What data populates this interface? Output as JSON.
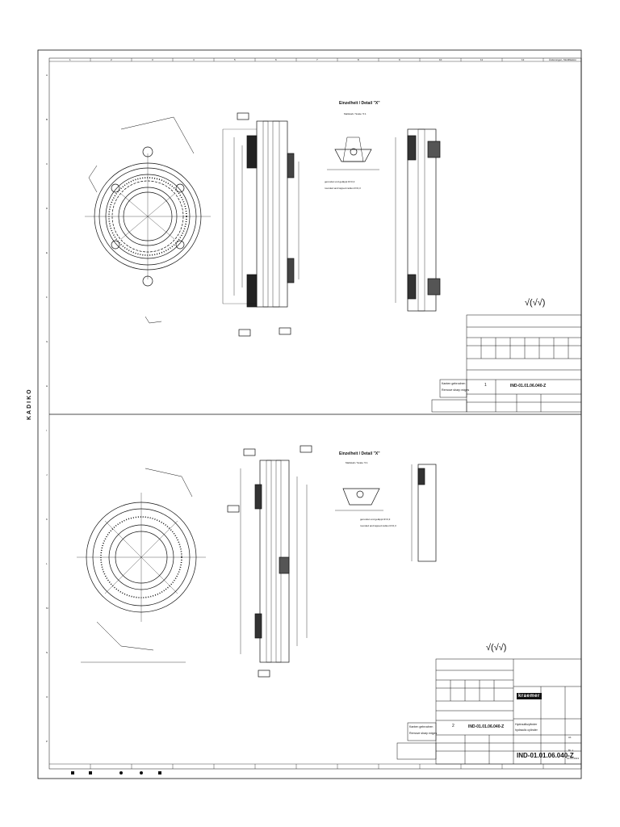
{
  "sheet": {
    "margin_brand": "KADIKO",
    "top_right_note": "Änderungen, Modifikation",
    "column_numbers": [
      "1",
      "2",
      "3",
      "4",
      "5",
      "6",
      "7",
      "8",
      "9",
      "10",
      "11",
      "12"
    ],
    "row_letters": [
      "A",
      "B",
      "C",
      "D",
      "E",
      "F",
      "G",
      "H",
      "I",
      "J",
      "K",
      "L",
      "M",
      "N",
      "O",
      "P"
    ]
  },
  "detail_title": "Einzelheit / Detail \"X\"",
  "detail_scale": "Maßstab / Scale: 5:1",
  "detail_note_de": "gerundet und geläppt R=0,3",
  "detail_note_en": "rounded and lapped radius R=0,3",
  "surface_symbol": "√(√√)",
  "remove_edges_de": "Kanten gebrochen",
  "remove_edges_en": "Remove sharp edges",
  "upper_block": {
    "index": "1",
    "drawing_no": "IND-01.01.06.040-Z"
  },
  "lower_block": {
    "index": "2",
    "drawing_no": "IND-01.01.06.040-Z",
    "title_de": "Hydraulikzylinder",
    "title_en": "hydraulic cylinder",
    "company": "kraemer",
    "sheet_label": "Bl. 1",
    "date": "10.04.2013",
    "format": "A1"
  }
}
